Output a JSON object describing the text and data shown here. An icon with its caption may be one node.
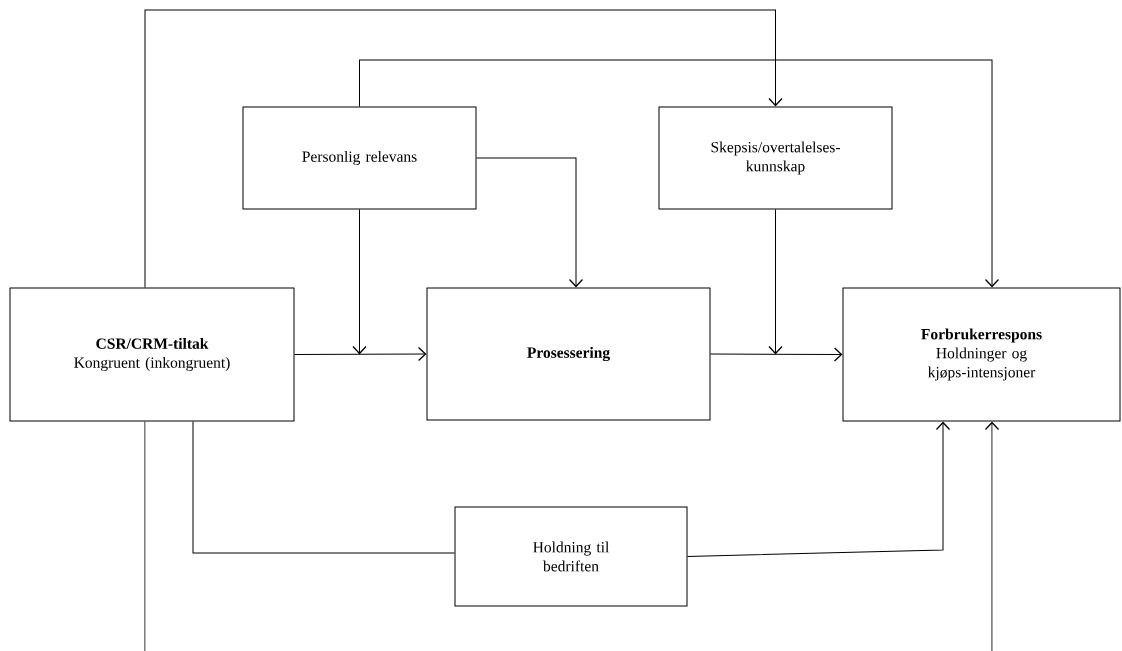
{
  "diagram": {
    "nodes": [
      {
        "text": [
          "CSR/CRM-tiltak",
          "Kongruent (inkongruent)"
        ]
      },
      {
        "text": [
          "Personlig relevans"
        ]
      },
      {
        "text": [
          "Skepsis/overtalelses-kunnskap"
        ]
      },
      {
        "text": [
          "Prosessering"
        ]
      },
      {
        "text": [
          "Forbrukerrespons",
          "Holdninger og kjøps-intensjoner"
        ]
      },
      {
        "text": [
          "Holdning til bedriften"
        ]
      }
    ],
    "edges": [
      {
        "from": 0,
        "to": 3,
        "arrow": "to"
      },
      {
        "from": 3,
        "to": 4,
        "arrow": "to"
      },
      {
        "from": 1,
        "to": null,
        "arrow": "to"
      },
      {
        "from": 1,
        "to": 3,
        "arrow": "to"
      },
      {
        "from": 2,
        "to": null,
        "arrow": "to"
      },
      {
        "from": 1,
        "to": 4,
        "arrow": "to"
      },
      {
        "from": 0,
        "to": 2,
        "arrow": "to"
      },
      {
        "from": null,
        "to": 0,
        "arrow": "none"
      },
      {
        "from": null,
        "to": 4,
        "arrow": "to"
      },
      {
        "from": 0,
        "to": 5,
        "arrow": "none"
      },
      {
        "from": 5,
        "to": 4,
        "arrow": "to"
      }
    ]
  }
}
